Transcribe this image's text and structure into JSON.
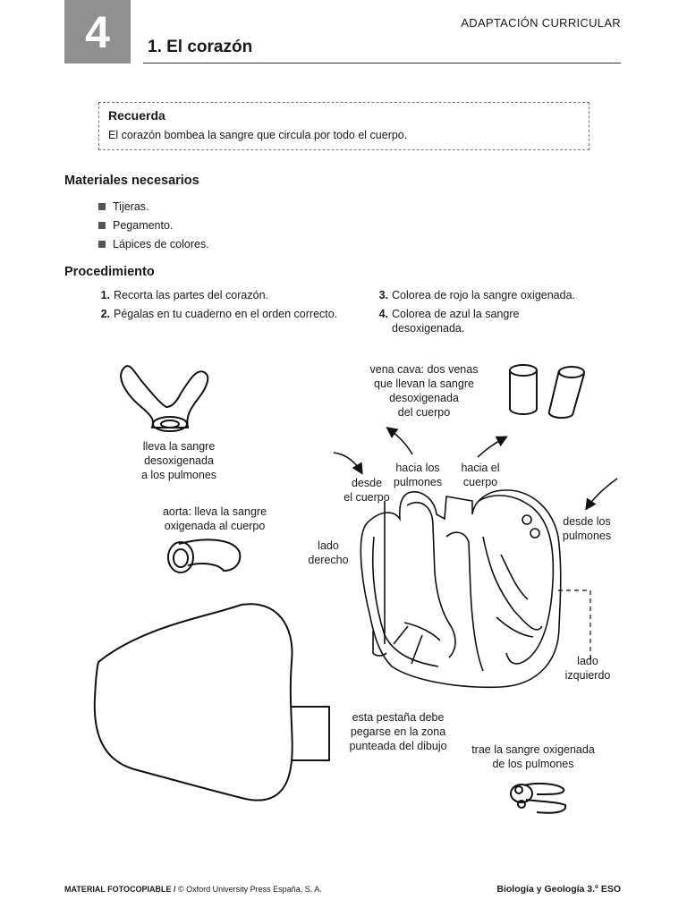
{
  "header": {
    "unit_number": "4",
    "section_label": "ADAPTACIÓN CURRICULAR",
    "title": "1. El corazón"
  },
  "remember": {
    "heading": "Recuerda",
    "text": "El corazón bombea la sangre que circula por todo el cuerpo."
  },
  "materials": {
    "heading": "Materiales necesarios",
    "items": [
      "Tijeras.",
      "Pegamento.",
      "Lápices de colores."
    ]
  },
  "procedure": {
    "heading": "Procedimiento",
    "steps": [
      {
        "num": "1.",
        "text": "Recorta las partes del corazón."
      },
      {
        "num": "2.",
        "text": "Pégalas en tu cuaderno en el orden correcto."
      },
      {
        "num": "3.",
        "text": "Colorea de rojo la sangre oxigenada."
      },
      {
        "num": "4.",
        "text": "Colorea de azul la sangre"
      },
      {
        "num": "",
        "text": "desoxigenada."
      }
    ]
  },
  "labels": {
    "pulmonary_artery": [
      "lleva la sangre",
      "desoxigenada",
      "a los pulmones"
    ],
    "aorta": [
      "aorta: lleva la sangre",
      "oxigenada al cuerpo"
    ],
    "vena_cava": [
      "vena cava: dos venas",
      "que llevan la sangre",
      "desoxigenada",
      "del cuerpo"
    ],
    "desde_cuerpo": [
      "desde",
      "el cuerpo"
    ],
    "hacia_pulmones": [
      "hacia los",
      "pulmones"
    ],
    "hacia_cuerpo": [
      "hacia el",
      "cuerpo"
    ],
    "desde_pulmones": [
      "desde los",
      "pulmones"
    ],
    "lado_derecho": [
      "lado",
      "derecho"
    ],
    "lado_izquierdo": [
      "lado",
      "izquierdo"
    ],
    "tab_note": [
      "esta pestaña debe",
      "pegarse en la zona",
      "punteada del dibujo"
    ],
    "pulmonary_veins": [
      "trae la sangre oxigenada",
      "de los pulmones"
    ]
  },
  "footer": {
    "left_bold": "MATERIAL FOTOCOPIABLE /",
    "left_rest": " © Oxford University Press España, S. A.",
    "right": "Biología y Geología 3.º ESO"
  }
}
